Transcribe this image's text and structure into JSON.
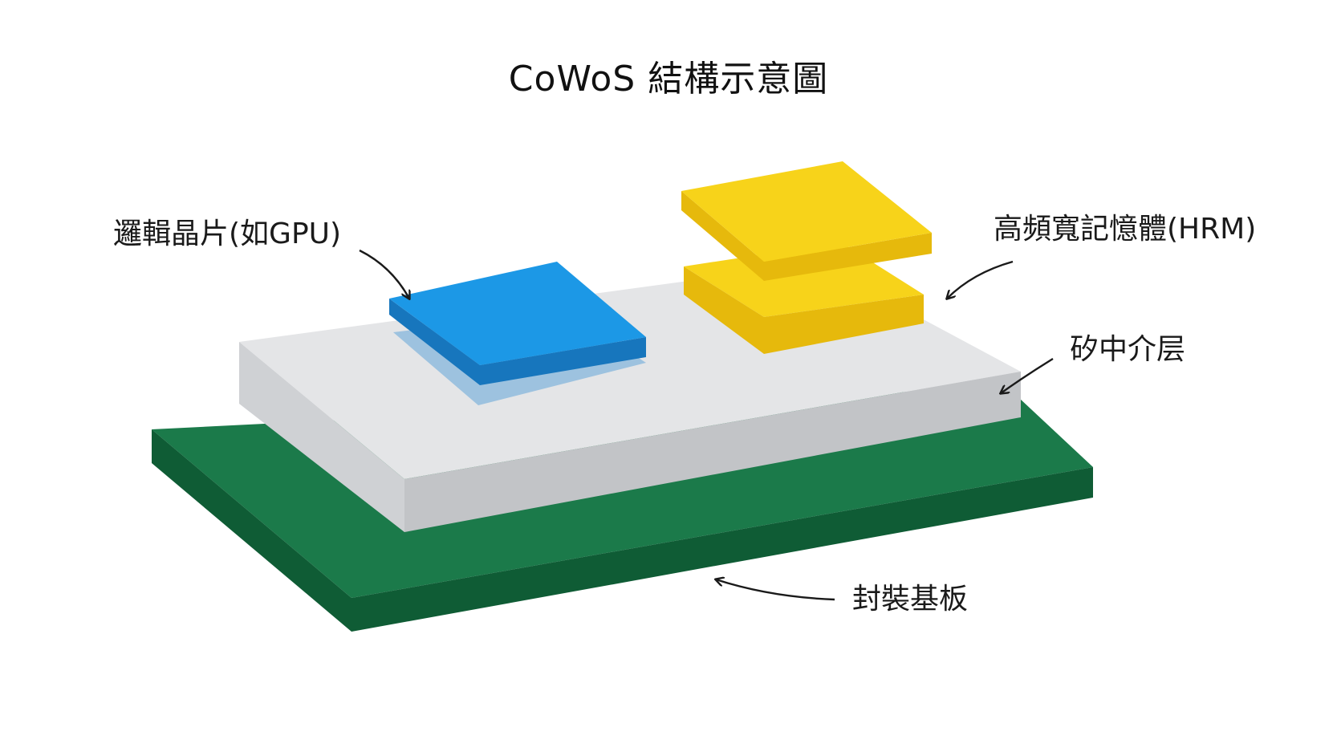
{
  "title": "CoWoS 結構示意圖",
  "labels": {
    "logic_die": "邏輯晶片(如GPU)",
    "hbm": "高頻寬記憶體(HRM)",
    "interposer": "矽中介层",
    "substrate": "封裝基板"
  },
  "colors": {
    "substrate_top": "#1b7a4a",
    "substrate_side": "#0f5c35",
    "interposer_top": "#e4e5e7",
    "interposer_front": "#cfd1d4",
    "interposer_side": "#c2c4c7",
    "logic_top": "#1c98e6",
    "logic_side": "#1776bd",
    "hbm_top": "#f7d31a",
    "hbm_side": "#e6b90c",
    "arrow": "#1a1a1a"
  }
}
